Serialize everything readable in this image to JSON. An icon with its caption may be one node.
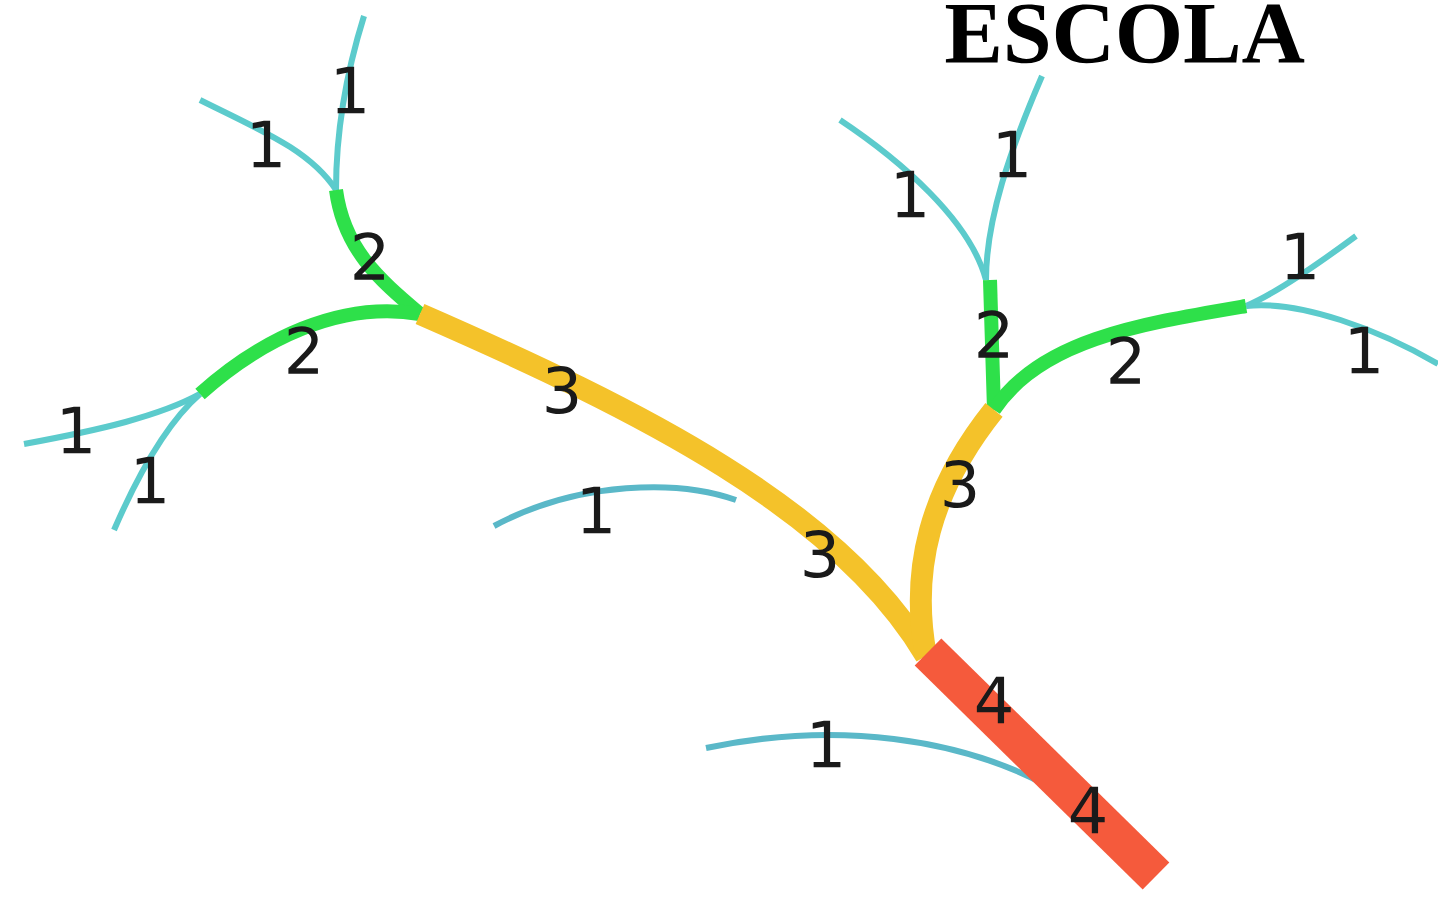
{
  "diagram": {
    "title": "ESCOLA",
    "labels": [
      "1",
      "1",
      "1",
      "1",
      "2",
      "1",
      "2",
      "2",
      "2",
      "1",
      "3",
      "1",
      "1",
      "3",
      "1",
      "3",
      "4",
      "1",
      "4"
    ]
  }
}
